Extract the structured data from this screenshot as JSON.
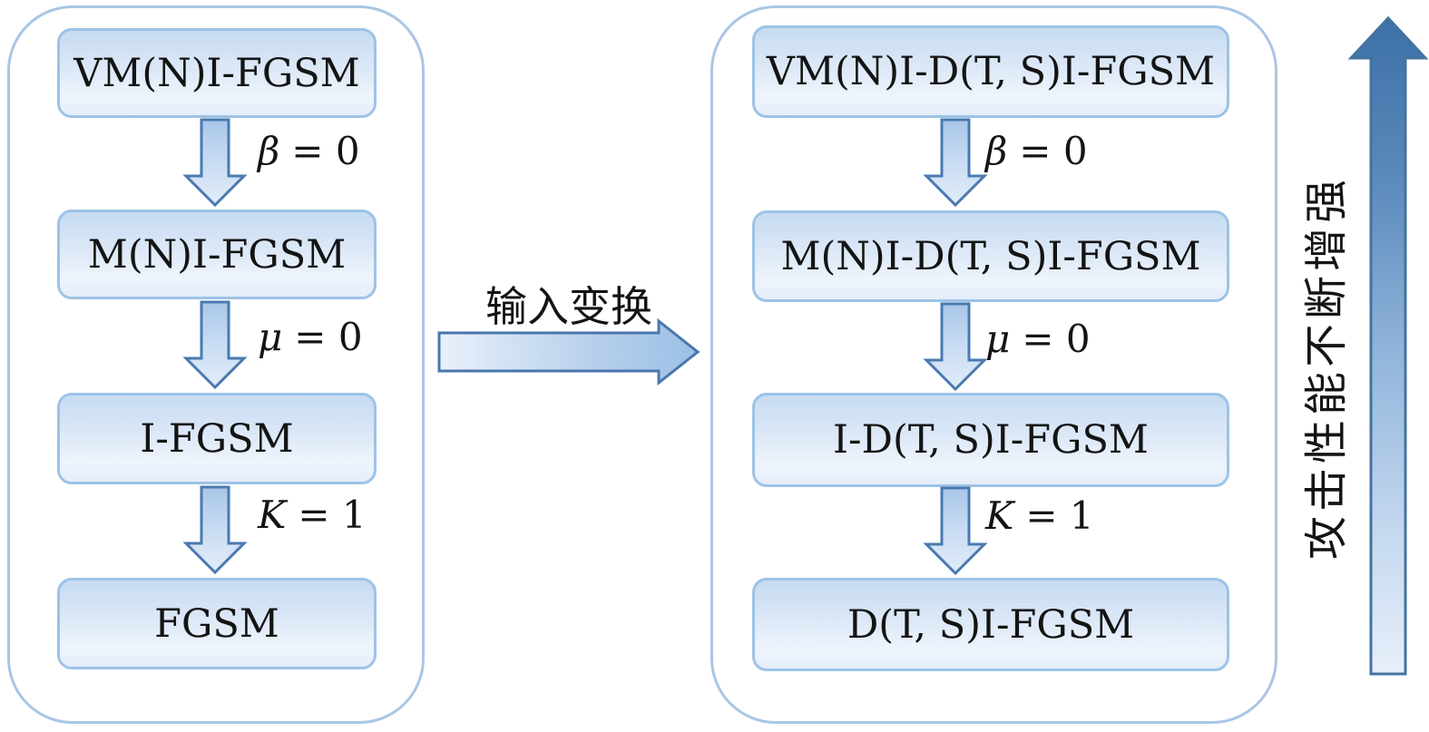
{
  "diagram": {
    "left_panel": {
      "boxes": [
        "VM(N)I-FGSM",
        "M(N)I-FGSM",
        "I-FGSM",
        "FGSM"
      ],
      "edges": [
        {
          "sym": "β",
          "rest": "= 0"
        },
        {
          "sym": "μ",
          "rest": "= 0"
        },
        {
          "sym": "K",
          "rest": "= 1"
        }
      ]
    },
    "right_panel": {
      "boxes": [
        "VM(N)I-D(T, S)I-FGSM",
        "M(N)I-D(T, S)I-FGSM",
        "I-D(T, S)I-FGSM",
        "D(T, S)I-FGSM"
      ],
      "edges": [
        {
          "sym": "β",
          "rest": "= 0"
        },
        {
          "sym": "μ",
          "rest": "= 0"
        },
        {
          "sym": "K",
          "rest": "= 1"
        }
      ]
    },
    "center_arrow_label": "输入变换",
    "side_arrow_label": "攻击性能不断增强",
    "colors": {
      "panel_border": "#a9c6e4",
      "box_border": "#9dc3e6",
      "box_fill_top": "#c6dbf1",
      "box_fill_bottom": "#e4eefa",
      "arrow_stroke": "#4a7ab0",
      "arrow_fill_light": "#e9f1fb",
      "arrow_fill_medium": "#a9c6e8",
      "arrow_fill_dark": "#3c70a7",
      "text": "#141414"
    }
  }
}
